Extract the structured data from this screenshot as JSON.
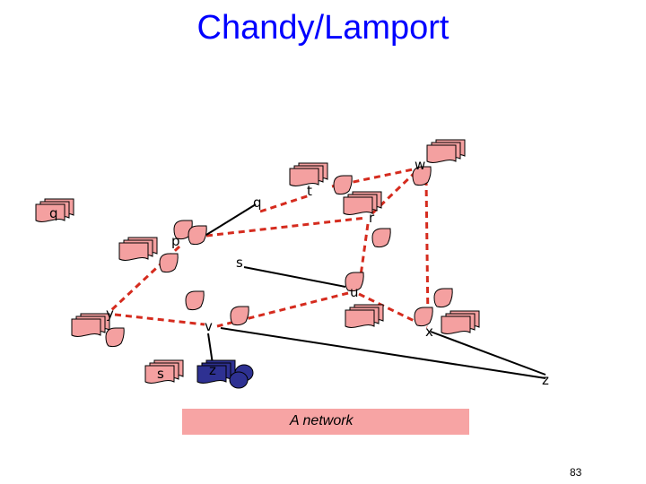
{
  "title": "Chandy/Lamport",
  "caption": "A network",
  "page_number": "83",
  "colors": {
    "title": "#0000ff",
    "process_fill": "#f4a0a0",
    "special_fill": "#2e3192",
    "marker_channel": "#d52b1e",
    "plain_channel": "#000000",
    "caption_fill": "#f7a4a4"
  },
  "nodes": {
    "q_left": "q",
    "q": "q",
    "t": "t",
    "w": "w",
    "r": "r",
    "p": "p",
    "s_mid": "s",
    "u": "u",
    "y": "y",
    "v": "v",
    "x": "x",
    "s_bottom": "s",
    "z_bottom": "z",
    "z_right": "z"
  }
}
